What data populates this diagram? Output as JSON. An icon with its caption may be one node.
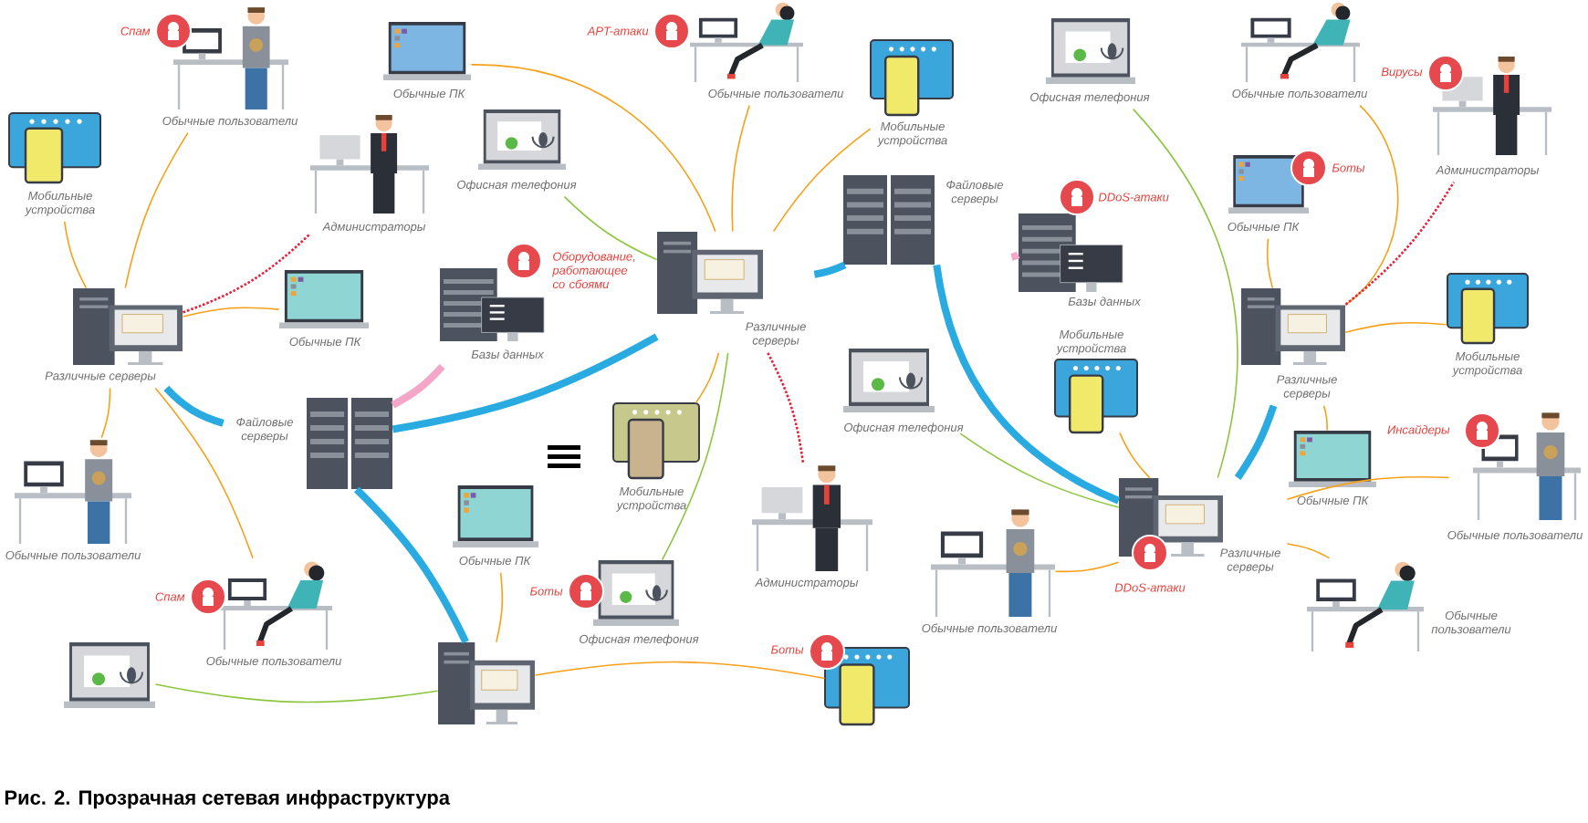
{
  "diagram": {
    "caption": "Рис. 2. Прозрачная сетевая инфраструктура",
    "nodes": [
      {
        "text": [
          "Различные серверы"
        ]
      },
      {
        "text": [
          "Обычные пользователи"
        ],
        "beside": [
          "Спам"
        ]
      },
      {
        "text": [
          "Мобильные устройства"
        ]
      },
      {
        "text": [
          "Администраторы"
        ]
      },
      {
        "text": [
          "Обычные ПК"
        ]
      },
      {
        "text": [
          "Обычные ПК"
        ]
      },
      {
        "text": [
          "Офисная телефония"
        ]
      },
      {
        "text": [
          "Базы данных"
        ],
        "beside": [
          "Оборудование, работающее со сбоями"
        ]
      },
      {
        "text": [
          "Файловые серверы"
        ]
      },
      {
        "text": [
          "Различные серверы"
        ]
      },
      {
        "text": [
          "Обычные пользователи"
        ],
        "beside": [
          "APT-атаки"
        ]
      },
      {
        "text": [
          "Мобильные устройства"
        ]
      },
      {
        "text": [
          "Файловые серверы"
        ]
      },
      {
        "text": [
          "Базы данных"
        ],
        "beside": [
          "DDoS-атаки"
        ]
      },
      {
        "text": [
          "Офисная телефония"
        ]
      },
      {
        "text": [
          "Обычные пользователи"
        ]
      },
      {
        "text": [
          "Администраторы"
        ],
        "beside": [
          "Вирусы"
        ]
      },
      {
        "text": [
          "Обычные ПК"
        ],
        "beside": [
          "Боты"
        ]
      },
      {
        "text": [
          "Различные серверы"
        ]
      },
      {
        "text": [
          "Мобильные устройства"
        ]
      },
      {
        "text": [
          "Обычные ПК"
        ]
      },
      {
        "text": [
          "Обычные пользователи"
        ],
        "beside": [
          "Инсайдеры"
        ]
      },
      {
        "text": [
          "Различные серверы"
        ],
        "beside": [
          "DDoS-атаки"
        ]
      },
      {
        "text": [
          "Мобильные устройства"
        ]
      },
      {
        "text": [
          "Офисная телефония"
        ]
      },
      {
        "text": [
          "Администраторы"
        ]
      },
      {
        "text": [
          "Обычные пользователи"
        ]
      },
      {
        "text": [
          "Обычные пользователи"
        ]
      },
      {
        "text": [
          "Мобильные устройства"
        ]
      },
      {
        "text": [
          "Обычные ПК"
        ]
      },
      {
        "text": [
          "Офисная телефония"
        ],
        "beside": [
          "Боты"
        ]
      },
      {
        "text": [],
        "shape": "picture"
      },
      {
        "text": [],
        "shape": "picture"
      },
      {
        "text": [
          "Обычные пользователи"
        ]
      },
      {
        "text": [
          "Обычные пользователи"
        ],
        "beside": [
          "Спам"
        ]
      },
      {
        "text": [],
        "shape": "picture",
        "beside": [
          "Боты"
        ]
      }
    ],
    "edges": [
      {
        "from": 0,
        "to": 1,
        "arrow": "none"
      },
      {
        "from": 0,
        "to": 2,
        "arrow": "none"
      },
      {
        "from": 0,
        "to": 3,
        "arrow": "none",
        "style": "dashed",
        "color": "#e8213a"
      },
      {
        "from": 0,
        "to": 4,
        "arrow": "none"
      },
      {
        "from": 0,
        "to": 33,
        "arrow": "none"
      },
      {
        "from": 0,
        "to": 34,
        "arrow": "none"
      },
      {
        "from": 0,
        "to": 8,
        "arrow": "none",
        "style": "thick",
        "color": "#29abe2"
      },
      {
        "from": 7,
        "to": 8,
        "arrow": "none",
        "style": "thick",
        "color": "#f4a6c8"
      },
      {
        "from": 8,
        "to": 9,
        "arrow": "none",
        "style": "thick",
        "color": "#29abe2"
      },
      {
        "from": 8,
        "to": 32,
        "arrow": "none",
        "style": "thick",
        "color": "#29abe2"
      },
      {
        "from": 9,
        "to": 5,
        "arrow": "none"
      },
      {
        "from": 9,
        "to": 6,
        "arrow": "none",
        "color": "#8cc63f"
      },
      {
        "from": 9,
        "to": 10,
        "arrow": "none"
      },
      {
        "from": 9,
        "to": 11,
        "arrow": "none"
      },
      {
        "from": 9,
        "to": 12,
        "arrow": "none",
        "style": "thick",
        "color": "#29abe2"
      },
      {
        "from": 9,
        "to": 28,
        "arrow": "none"
      },
      {
        "from": 9,
        "to": 30,
        "arrow": "none",
        "color": "#8cc63f"
      },
      {
        "from": 9,
        "to": 25,
        "arrow": "none",
        "style": "dashed",
        "color": "#e8213a"
      },
      {
        "from": 12,
        "to": 13,
        "arrow": "none",
        "style": "thick",
        "color": "#f4a6c8"
      },
      {
        "from": 12,
        "to": 22,
        "arrow": "none",
        "style": "thick",
        "color": "#29abe2"
      },
      {
        "from": 18,
        "to": 15,
        "arrow": "none"
      },
      {
        "from": 18,
        "to": 16,
        "arrow": "none",
        "style": "dashed",
        "color": "#e8213a"
      },
      {
        "from": 18,
        "to": 17,
        "arrow": "none"
      },
      {
        "from": 18,
        "to": 19,
        "arrow": "none"
      },
      {
        "from": 18,
        "to": 20,
        "arrow": "none"
      },
      {
        "from": 18,
        "to": 22,
        "arrow": "none",
        "style": "thick",
        "color": "#29abe2"
      },
      {
        "from": 22,
        "to": 14,
        "arrow": "none",
        "color": "#8cc63f"
      },
      {
        "from": 22,
        "to": 24,
        "arrow": "none",
        "color": "#8cc63f"
      },
      {
        "from": 22,
        "to": 23,
        "arrow": "none"
      },
      {
        "from": 22,
        "to": 26,
        "arrow": "none"
      },
      {
        "from": 22,
        "to": 21,
        "arrow": "none"
      },
      {
        "from": 22,
        "to": 27,
        "arrow": "none"
      },
      {
        "from": 29,
        "to": 32,
        "arrow": "none"
      },
      {
        "from": 32,
        "to": 31,
        "arrow": "none",
        "color": "#8cc63f"
      },
      {
        "from": 32,
        "to": 35,
        "arrow": "none"
      }
    ]
  }
}
